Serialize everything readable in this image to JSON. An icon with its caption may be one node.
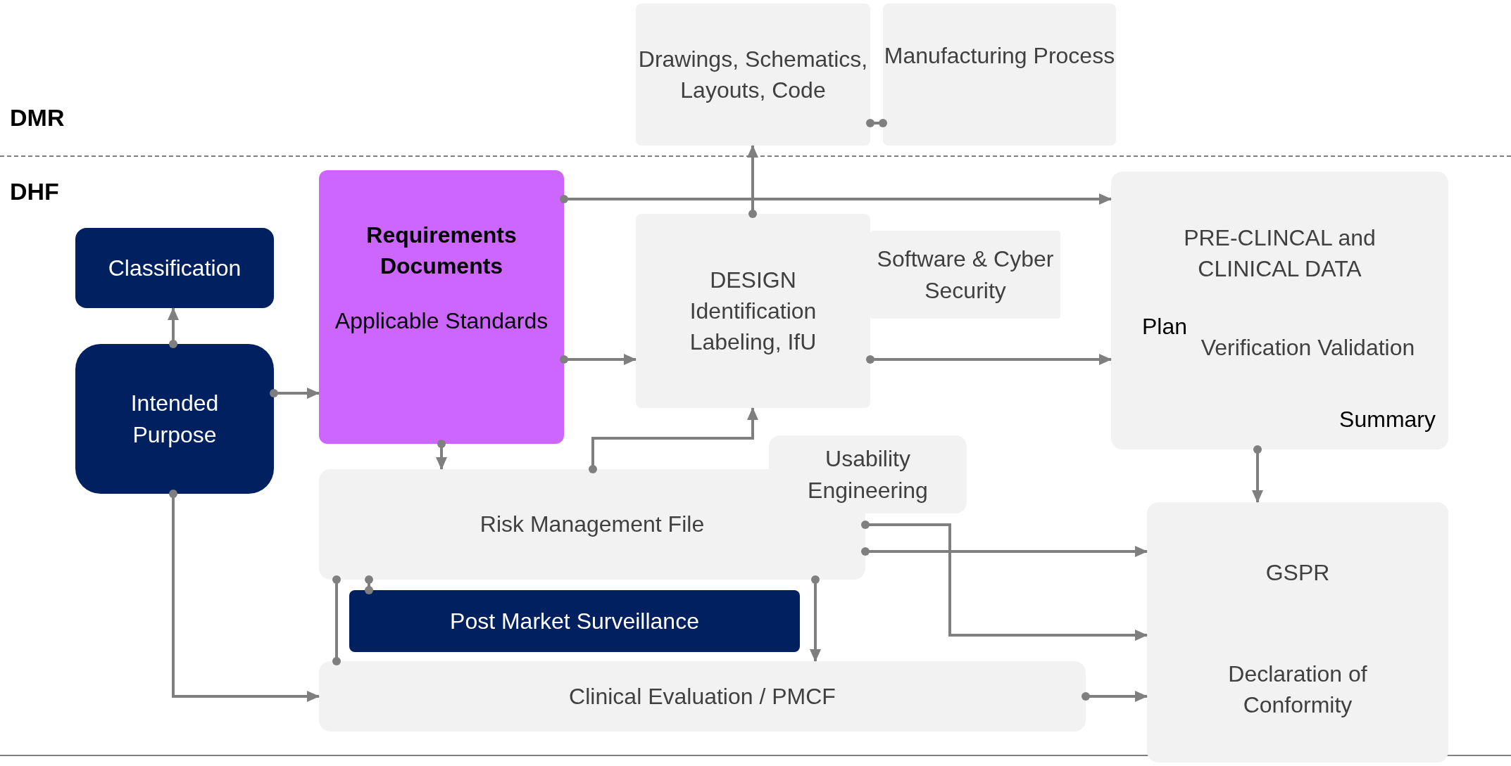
{
  "diagram": {
    "nodes": [
      {
        "text": [
          "Drawings, Schematics, Layouts, Code"
        ]
      },
      {
        "text": [
          "Manufacturing Process"
        ]
      },
      {
        "text": [
          "Classification"
        ]
      },
      {
        "text": [
          "Intended Purpose"
        ]
      },
      {
        "text": [
          "Requirements Documents",
          "Applicable Standards"
        ]
      },
      {
        "text": [
          "DESIGN Identification Labeling, IfU"
        ]
      },
      {
        "text": [
          "Software & Cyber Security"
        ]
      },
      {
        "text": [
          "PRE-CLINCAL and CLINICAL DATA",
          "Plan",
          "Verification Validation",
          "Summary"
        ]
      },
      {
        "text": [
          "Risk Management File"
        ]
      },
      {
        "text": [
          "Usability Engineering"
        ]
      },
      {
        "text": [
          "Post Market Surveillance"
        ]
      },
      {
        "text": [
          "Clinical Evaluation / PMCF"
        ]
      },
      {
        "text": [
          "GSPR",
          "Declaration of Conformity"
        ]
      }
    ],
    "edges": [
      {
        "from": 5,
        "to": 0,
        "arrow": "to"
      },
      {
        "from": 0,
        "to": 1,
        "arrow": "other"
      },
      {
        "from": 4,
        "to": 7,
        "arrow": "to"
      },
      {
        "from": 4,
        "to": 5,
        "arrow": "to"
      },
      {
        "from": 3,
        "to": 4,
        "arrow": "to"
      },
      {
        "from": 3,
        "to": 2,
        "arrow": "to"
      },
      {
        "from": 4,
        "to": 8,
        "arrow": "to"
      },
      {
        "from": 8,
        "to": 5,
        "arrow": "to"
      },
      {
        "from": 5,
        "to": 7,
        "arrow": "to"
      },
      {
        "from": 7,
        "to": 12,
        "arrow": "to"
      },
      {
        "from": 8,
        "to": 12,
        "arrow": "to"
      },
      {
        "from": 8,
        "to": 12,
        "arrow": "to"
      },
      {
        "from": 8,
        "to": 10,
        "arrow": "other"
      },
      {
        "from": 8,
        "to": 11,
        "arrow": "other"
      },
      {
        "from": 8,
        "to": 11,
        "arrow": "to"
      },
      {
        "from": 3,
        "to": 11,
        "arrow": "to"
      },
      {
        "from": 11,
        "to": 12,
        "arrow": "to"
      }
    ],
    "labels": [
      "DMR",
      "DHF"
    ]
  }
}
